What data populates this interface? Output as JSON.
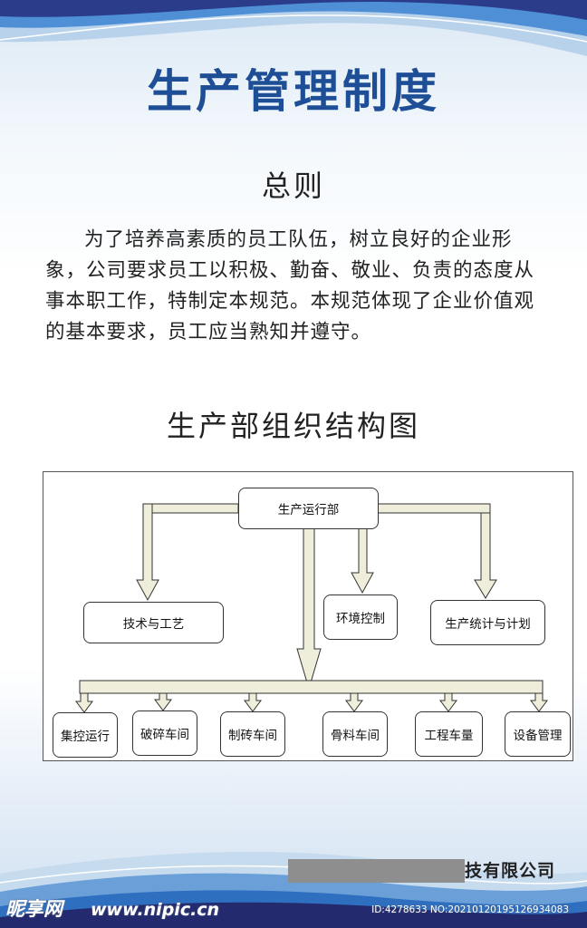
{
  "header": {
    "title": "生产管理制度"
  },
  "general": {
    "heading": "总则",
    "text": "为了培养高素质的员工队伍，树立良好的企业形象，公司要求员工以积极、勤奋、敬业、负责的态度从事本职工作，特制定本规范。本规范体现了企业价值观的基本要求，员工应当熟知并遵守。"
  },
  "org_chart": {
    "heading": "生产部组织结构图",
    "top": "生产运行部",
    "middle": [
      "技术与工艺",
      "环境控制",
      "生产统计与计划"
    ],
    "bottom": [
      "集控运行",
      "破碎车间",
      "制砖车间",
      "骨料车间",
      "工程车量",
      "设备管理"
    ]
  },
  "footer": {
    "company": "技有限公司"
  },
  "watermark": {
    "logo": "昵享网",
    "url": "www.nipic.cn",
    "id": "ID:4278633 NO:20210120195126934083"
  },
  "colors": {
    "title": "#1e4e95",
    "wave_dark": "#232a6e",
    "wave_blue": "#2f6fc0",
    "connector_fill": "#eeeeda"
  }
}
